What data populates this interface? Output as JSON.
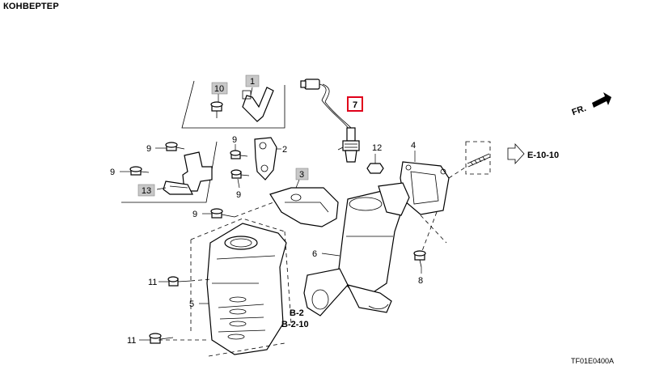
{
  "header": {
    "title": "КОНВЕРТЕР"
  },
  "footer": {
    "drawing_code": "TF01E0400A"
  },
  "callouts": {
    "p1": "1",
    "p2": "2",
    "p3": "3",
    "p4": "4",
    "p5": "5",
    "p6": "6",
    "p7": "7",
    "p8": "8",
    "p9a": "9",
    "p9b": "9",
    "p9c": "9",
    "p9d": "9",
    "p9e": "9",
    "p10": "10",
    "p11a": "11",
    "p11b": "11",
    "p12": "12",
    "p13": "13"
  },
  "references": {
    "b2": "B-2",
    "b210": "B-2-10",
    "e1010": "E-10-10",
    "fr": "FR."
  },
  "highlight_color": "#e0001a",
  "boxed_label_color": "#c8c8c8"
}
